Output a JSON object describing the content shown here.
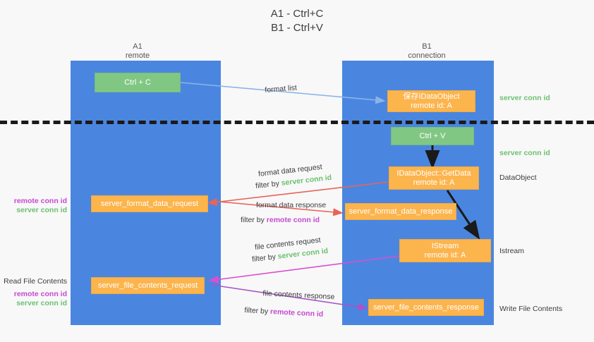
{
  "title": {
    "line1": "A1 - Ctrl+C",
    "line2": "B1 - Ctrl+V"
  },
  "lanes": [
    {
      "id": "a1",
      "name": "A1",
      "sub": "remote"
    },
    {
      "id": "b1",
      "name": "B1",
      "sub": "connection"
    }
  ],
  "nodes": {
    "ctrl_c": {
      "line1": "Ctrl + C",
      "line2": ""
    },
    "save_idata": {
      "line1": "保存IDataObject",
      "line2": "remote id: A"
    },
    "ctrl_v": {
      "line1": "Ctrl + V",
      "line2": ""
    },
    "getdata": {
      "line1": "IDataObject::GetData",
      "line2": "remote id: A"
    },
    "istream": {
      "line1": "IStream",
      "line2": "remote id: A"
    },
    "fmt_req": {
      "line1": "server_format_data_request",
      "line2": ""
    },
    "fmt_resp": {
      "line1": "server_format_data_response",
      "line2": ""
    },
    "file_req": {
      "line1": "server_file_contents_request",
      "line2": ""
    },
    "file_resp": {
      "line1": "server_file_contents_response",
      "line2": ""
    }
  },
  "edge_labels": {
    "format_list": "format list",
    "fmt_req_main": "format data request",
    "fmt_req_filter_pre": "filter by ",
    "fmt_req_filter_key": "server conn id",
    "fmt_resp_main": "format data response",
    "fmt_resp_filter_pre": "filter by ",
    "fmt_resp_filter_key": "remote conn id",
    "file_req_main": "file contents request",
    "file_req_filter_pre": "filter by ",
    "file_req_filter_key": "server conn id",
    "file_resp_main": "file contents response",
    "file_resp_filter_pre": "filter by ",
    "file_resp_filter_key": "remote conn id"
  },
  "right_annotations": [
    {
      "id": "server-conn-id-top",
      "text": "server conn id",
      "color": "green"
    },
    {
      "id": "server-conn-id-mid",
      "text": "server conn id",
      "color": "green"
    },
    {
      "id": "dataobject",
      "text": "DataObject",
      "color": "dark"
    },
    {
      "id": "istream",
      "text": "Istream",
      "color": "dark"
    },
    {
      "id": "write-file-contents",
      "text": "Write File Contents",
      "color": "dark"
    }
  ],
  "left_annotations": {
    "group1": {
      "remote": "remote conn id",
      "server": "server conn id"
    },
    "group2": {
      "heading": "Read File Contents",
      "remote": "remote conn id",
      "server": "server conn id"
    }
  },
  "colors": {
    "lane": "#4a86e0",
    "green_node": "#81c784",
    "orange_node": "#fcb44d",
    "green_text": "#6cc070",
    "magenta_text": "#c44ad0",
    "arrow_blue": "#8ab4e8",
    "arrow_red": "#e8645a",
    "arrow_magenta": "#d94fd0",
    "arrow_purple": "#a855c8",
    "arrow_black": "#1a1a1a",
    "background": "#f8f8f8"
  }
}
